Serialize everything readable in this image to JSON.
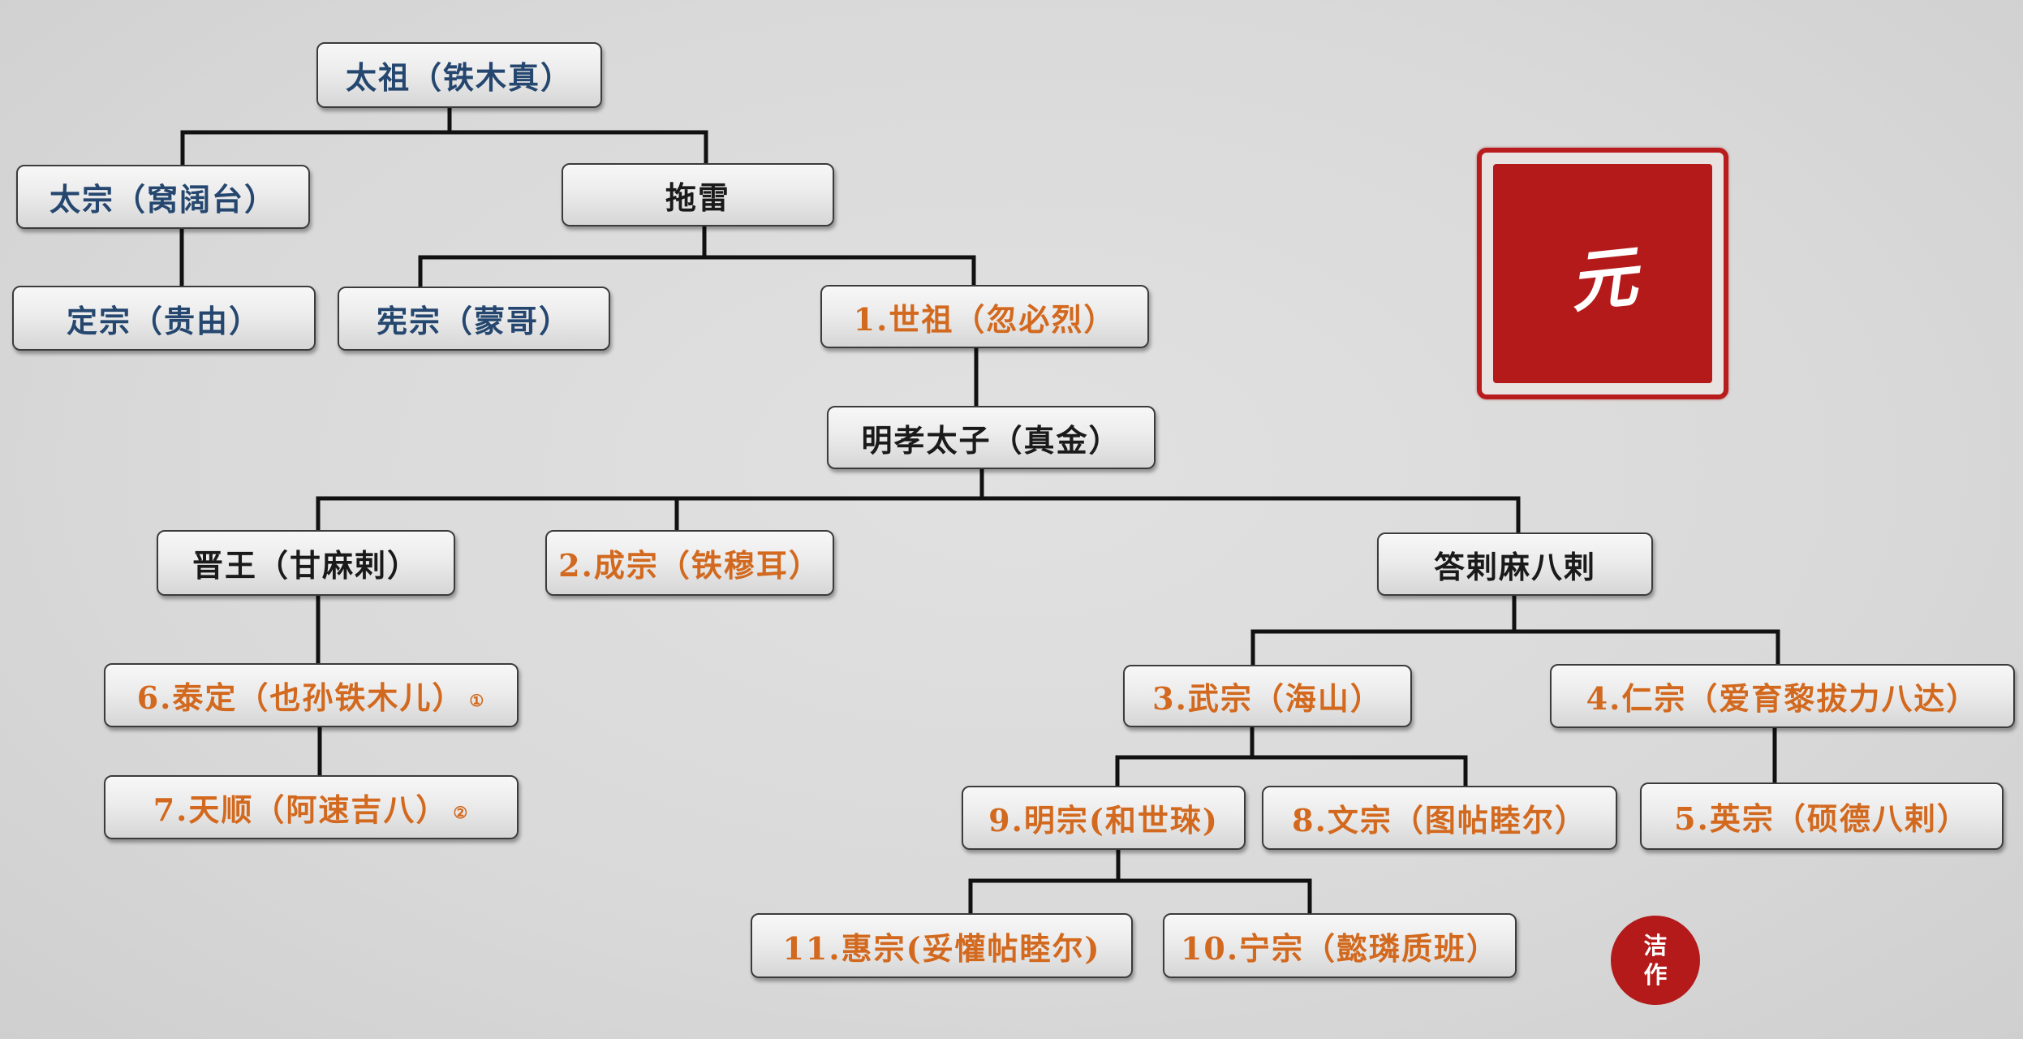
{
  "colors": {
    "background": "#d9d9d9",
    "line": "#111111",
    "blue_text": "#25476f",
    "black_text": "#1a1a1a",
    "orange_text": "#d2691e",
    "seal_red": "#b41a1a"
  },
  "nodes": {
    "taizu": "太祖（铁木真）",
    "taizong": "太宗（窝阔台）",
    "tuolei": "拖雷",
    "dingzong": "定宗（贵由）",
    "xianzong": "宪宗（蒙哥）",
    "shizu": "1.世祖（忽必烈）",
    "mingxiao": "明孝太子（真金）",
    "jinwang": "晋王（甘麻剌）",
    "chengzong": "2.成宗（铁穆耳）",
    "dalamabala": "答剌麻八剌",
    "taiding": "6.泰定（也孙铁木儿）",
    "taiding_note": "①",
    "tianshun": "7.天顺（阿速吉八）",
    "tianshun_note": "②",
    "wuzong": "3.武宗（海山）",
    "renzong": "4.仁宗（爱育黎拔力八达）",
    "mingzong": "9.明宗(和世琜)",
    "wenzong": "8.文宗（图帖睦尔）",
    "yingzong": "5.英宗（硕德八剌）",
    "huizong": "11.惠宗(妥懽帖睦尔)",
    "ningzong": "10.宁宗（懿璘质班）"
  },
  "seal": {
    "character": "元"
  },
  "stamp": {
    "line1": "洁",
    "line2": "作"
  }
}
